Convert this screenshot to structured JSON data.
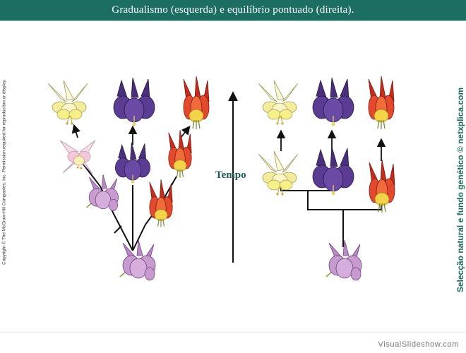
{
  "header": {
    "title": "Gradualismo (esquerda) e equilíbrio pontuado (direita)."
  },
  "diagram": {
    "time_label": "Tempo",
    "flower_kinds": [
      "white-yellow-columbine",
      "purple-columbine",
      "red-columbine",
      "pink-columbine",
      "ancestral-pink-columbine"
    ]
  },
  "credits": {
    "copyright": "Copyright © The McGraw-Hill Companies, Inc. Permission required for reproduction or display.",
    "side_text": "Selecção natural e fundo genético © netxplica.com",
    "watermark": "VisualSlideshow.com"
  },
  "colors": {
    "title_bar": "#1d6e62",
    "accent_text": "#1d6e62",
    "white_flower": "#f5f0c8",
    "purple_flower": "#5b3f8f",
    "red_flower": "#d8402a",
    "pink_flower": "#c79ad0"
  }
}
